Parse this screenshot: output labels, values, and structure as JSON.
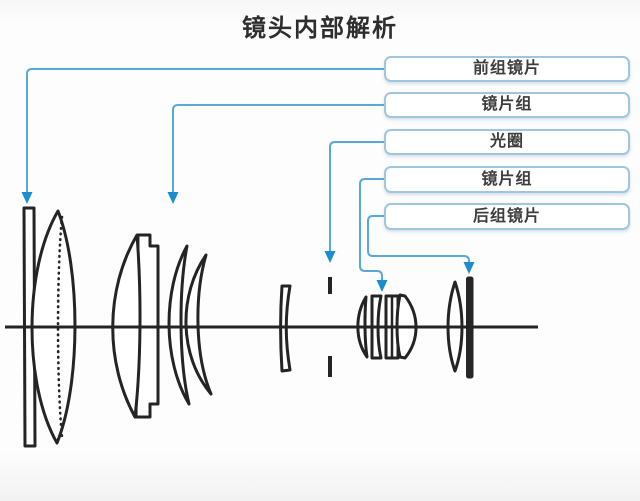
{
  "title": "镜头内部解析",
  "labels": [
    {
      "id": "front-group",
      "text": "前组镜片"
    },
    {
      "id": "lens-group-upper",
      "text": "镜片组"
    },
    {
      "id": "aperture",
      "text": "光圈"
    },
    {
      "id": "lens-group-lower",
      "text": "镜片组"
    },
    {
      "id": "rear-group",
      "text": "后组镜片"
    }
  ],
  "colors": {
    "connector_blue": "#58a8d8",
    "arrow_blue": "#1b8cd0",
    "box_border": "#a0c6db",
    "diagram_stroke": "#242424",
    "background": "#fdfdfd"
  }
}
